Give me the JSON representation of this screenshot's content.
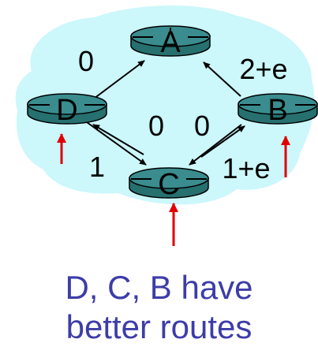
{
  "diagram": {
    "nodes": {
      "A": {
        "label": "A"
      },
      "B": {
        "label": "B"
      },
      "C": {
        "label": "C"
      },
      "D": {
        "label": "D"
      }
    },
    "edge_labels": {
      "D_to_A": "0",
      "B_to_A": "2+e",
      "C_to_D": "0",
      "C_to_B": "0",
      "D_to_C": "1",
      "B_to_C": "1+e"
    },
    "colors": {
      "cloud": "#ccf7fb",
      "router_top": "#3a8c8e",
      "router_side": "#267070",
      "arrow": "#000000",
      "red_arrow": "#e00000"
    }
  },
  "caption": {
    "line1": "D, C, B have",
    "line2": "better routes"
  }
}
